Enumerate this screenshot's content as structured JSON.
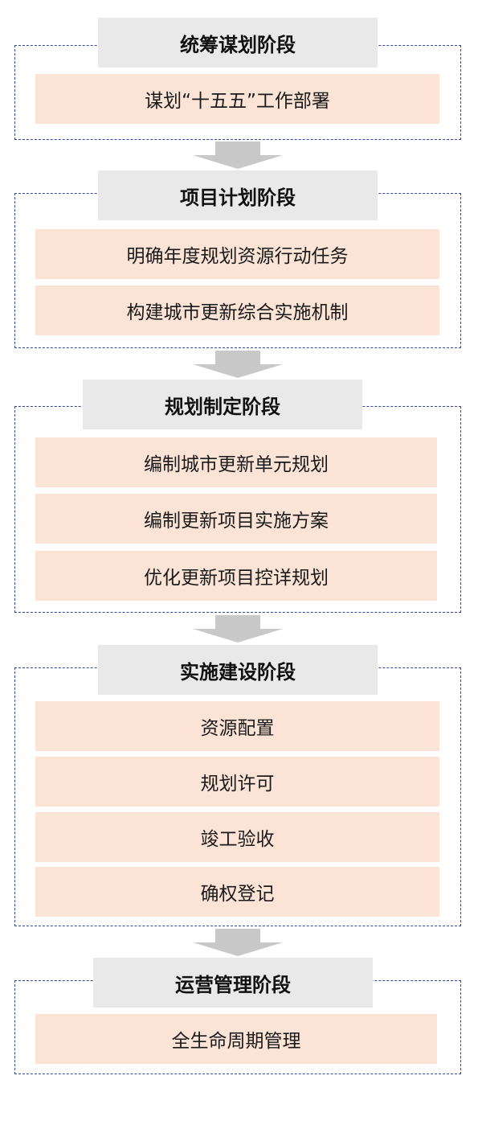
{
  "colors": {
    "dashed_border": "#2f4b9a",
    "title_bg": "#e9e9e9",
    "step_bg": "#fbe4d6",
    "arrow": "#c8c8c8"
  },
  "stages": [
    {
      "title": "统筹谋划阶段",
      "steps": [
        "谋划“十五五”工作部署"
      ]
    },
    {
      "title": "项目计划阶段",
      "steps": [
        "明确年度规划资源行动任务",
        "构建城市更新综合实施机制"
      ]
    },
    {
      "title": "规划制定阶段",
      "steps": [
        "编制城市更新单元规划",
        "编制更新项目实施方案",
        "优化更新项目控详规划"
      ]
    },
    {
      "title": "实施建设阶段",
      "steps": [
        "资源配置",
        "规划许可",
        "竣工验收",
        "确权登记"
      ]
    },
    {
      "title": "运营管理阶段",
      "steps": [
        "全生命周期管理"
      ]
    }
  ]
}
